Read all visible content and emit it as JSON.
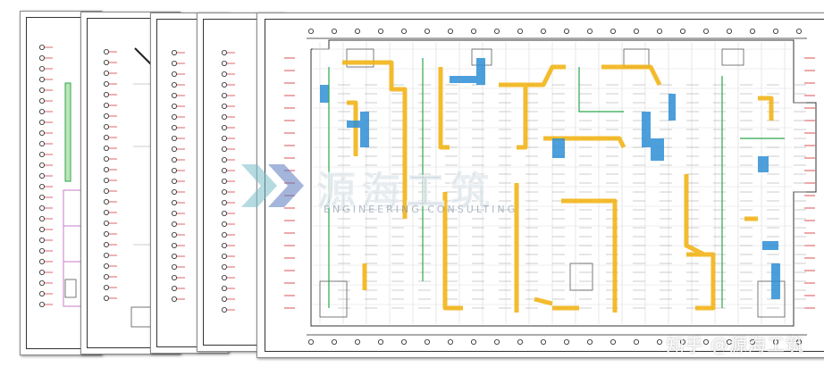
{
  "watermark": {
    "brand_text": "源海工筑",
    "tagline": "ENGINEERING CONSULTING",
    "logo": "yh-logo-mark"
  },
  "credit": {
    "text": "知乎 @源海工筑"
  },
  "colors": {
    "sheet_bg": "#ffffff",
    "line": "#333333",
    "axis_red": "#d2232a",
    "duct_yellow": "#f2b418",
    "duct_blue": "#2f8fd6",
    "green": "#2aa84a",
    "watermark": "#7a96aa"
  }
}
